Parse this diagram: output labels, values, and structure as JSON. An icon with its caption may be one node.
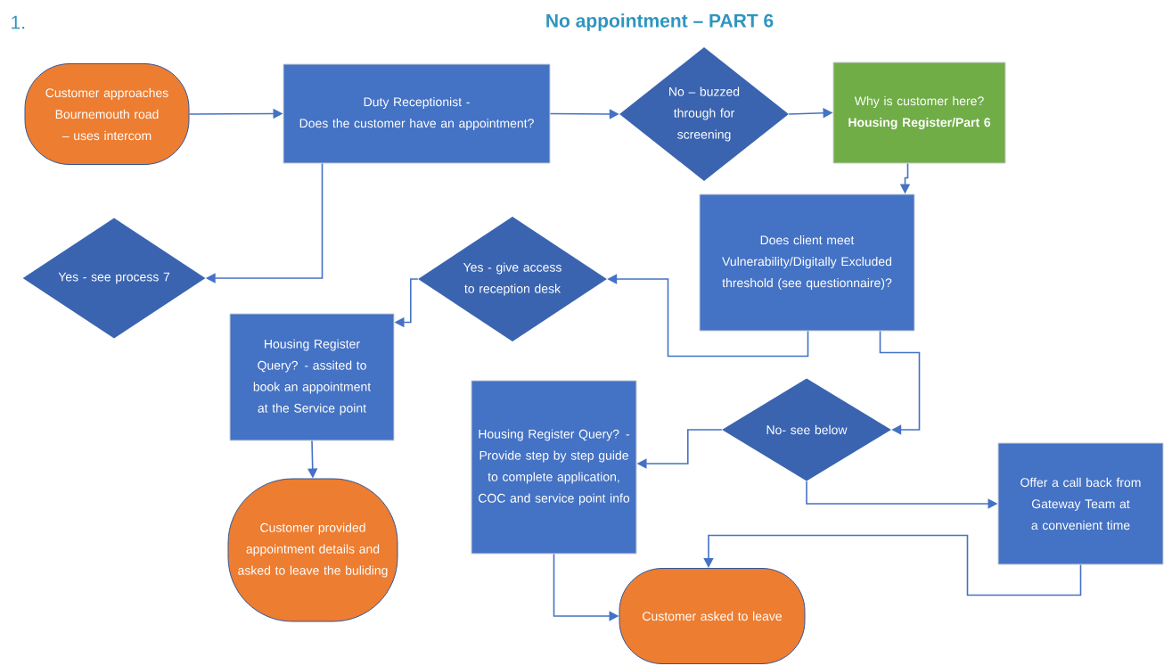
{
  "diagram": {
    "title": "No appointment – PART 6",
    "nodes": [
      {
        "text": [
          "Customer approaches Bournemouth road – uses intercom"
        ]
      },
      {
        "text": [
          "Duty Receptionist -",
          "Does the customer have an appointment?"
        ]
      },
      {
        "text": [
          "No – buzzed through for screening"
        ]
      },
      {
        "text": [
          "Why is customer here? **Housing Register/Part 6**"
        ]
      },
      {
        "text": [
          "Does client meet Vulnerability/Digitally Excluded threshold (see questionnaire)?"
        ]
      },
      {
        "text": [
          "Yes - see process 7"
        ]
      },
      {
        "text": [
          "Yes - give access to reception desk"
        ]
      },
      {
        "text": [
          "Housing Register Query? - assited to book an appointment at the Service point"
        ]
      },
      {
        "text": [
          "Customer provided appointment details and asked to leave the buliding"
        ]
      },
      {
        "text": [
          "Housing Register Query? - Provide step by step guide to complete application, COC and service point info"
        ]
      },
      {
        "text": [
          "No- see below"
        ]
      },
      {
        "text": [
          "Offer a call back from Gateway Team at a convenient time"
        ]
      },
      {
        "text": [
          "Customer asked to leave"
        ]
      }
    ],
    "edges": [
      {
        "from": 0,
        "to": 1,
        "arrow": "to"
      },
      {
        "from": 1,
        "to": 2,
        "arrow": "to"
      },
      {
        "from": 2,
        "to": 3,
        "arrow": "to"
      },
      {
        "from": 3,
        "to": 4,
        "arrow": "to"
      },
      {
        "from": 1,
        "to": 5,
        "arrow": "to"
      },
      {
        "from": 4,
        "to": 6,
        "arrow": "to"
      },
      {
        "from": 6,
        "to": 7,
        "arrow": "to"
      },
      {
        "from": 7,
        "to": 8,
        "arrow": "to"
      },
      {
        "from": 4,
        "to": 10,
        "arrow": "to"
      },
      {
        "from": 10,
        "to": 9,
        "arrow": "to"
      },
      {
        "from": 10,
        "to": 11,
        "arrow": "to"
      },
      {
        "from": 9,
        "to": 12,
        "arrow": "to"
      },
      {
        "from": 11,
        "to": 12,
        "arrow": "to"
      }
    ],
    "labels": [
      "1."
    ]
  }
}
